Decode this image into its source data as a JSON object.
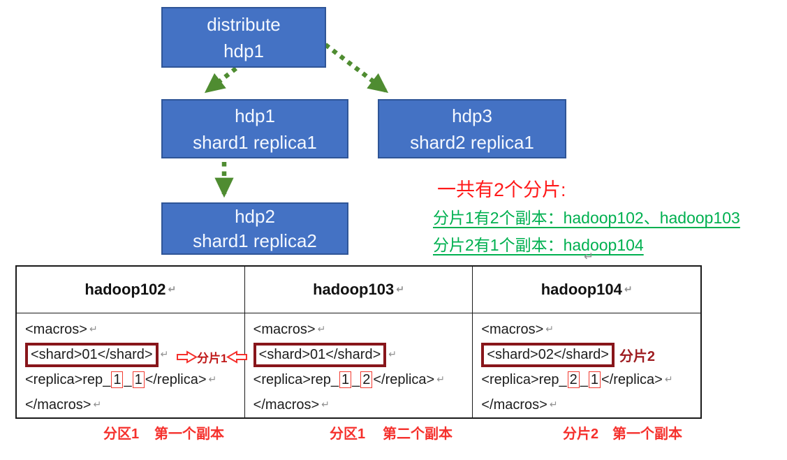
{
  "diagram": {
    "nodes": [
      {
        "line1": "distribute",
        "line2": "hdp1"
      },
      {
        "line1": "hdp1",
        "line2": "shard1 replica1"
      },
      {
        "line1": "hdp3",
        "line2": "shard2 replica1"
      },
      {
        "line1": "hdp2",
        "line2": "shard1 replica2"
      }
    ]
  },
  "notes": {
    "title": "一共有2个分片:",
    "line1": "分片1有2个副本：hadoop102、hadoop103",
    "line2": "分片2有1个副本：hadoop104"
  },
  "marks": {
    "return": "↵"
  },
  "table": {
    "sep": "_",
    "columns": [
      {
        "host": "hadoop102",
        "macros_open": "<macros>",
        "shard": "<shard>01</shard>",
        "replica_open": "<replica>rep",
        "digit1": "1",
        "digit2": "1",
        "replica_close": "</replica>",
        "macros_close": "</macros>"
      },
      {
        "host": "hadoop103",
        "macros_open": "<macros>",
        "shard": "<shard>01</shard>",
        "replica_open": "<replica>rep",
        "digit1": "1",
        "digit2": "2",
        "replica_close": "</replica>",
        "macros_close": "</macros>"
      },
      {
        "host": "hadoop104",
        "macros_open": "<macros>",
        "shard": "<shard>02</shard>",
        "replica_open": "<replica>rep",
        "digit1": "2",
        "digit2": "1",
        "replica_close": "</replica>",
        "macros_close": "</macros>"
      }
    ]
  },
  "annotations": {
    "shard1": "分片1",
    "shard2": "分片2",
    "col1": {
      "d1": "分区1",
      "d2": "第一个副本"
    },
    "col2": {
      "d1": "分区1",
      "d2": "第二个副本"
    },
    "col3": {
      "d1": "分片2",
      "d2": "第一个副本"
    }
  },
  "colors": {
    "node_fill": "#4472c4",
    "node_border": "#2f5597",
    "arrow_green": "#4f8c31",
    "note_red": "#ff1a1a",
    "note_green": "#00b050",
    "shard_box_maroon": "#88161b",
    "annotation_red": "#f5302c"
  }
}
